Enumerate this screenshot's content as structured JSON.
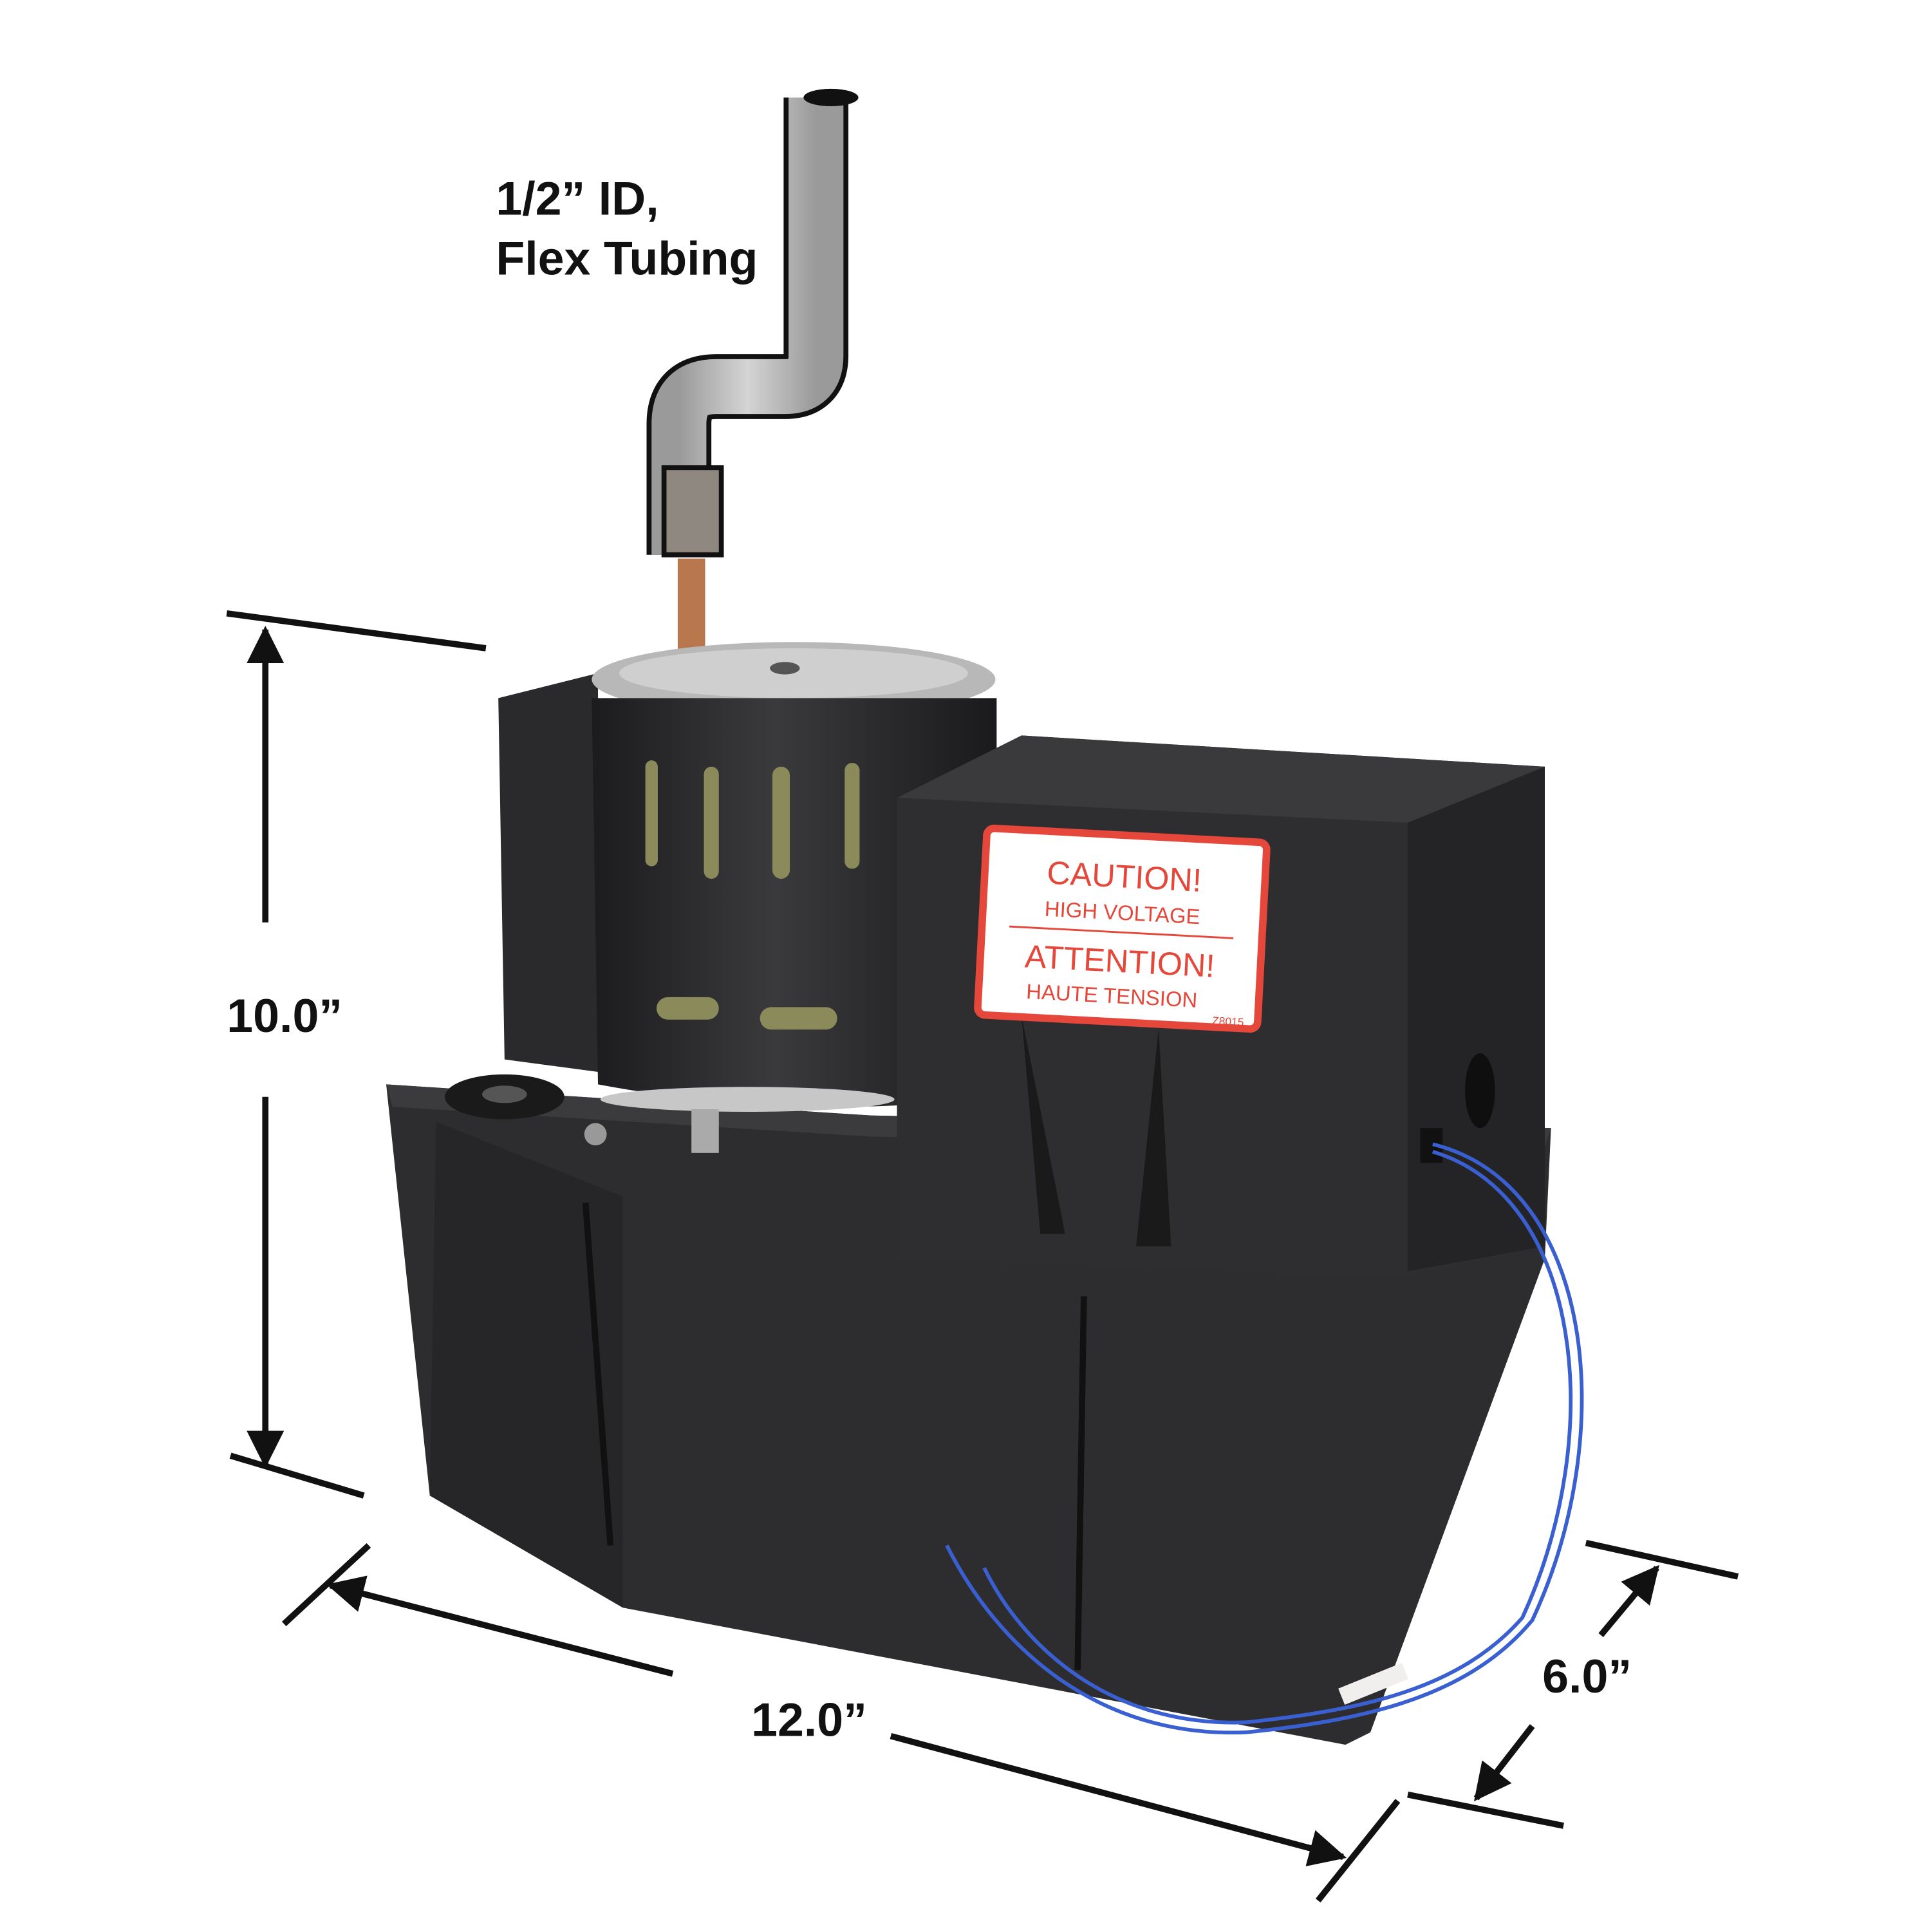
{
  "annotations": {
    "tubing_label_line1": "1/2” ID,",
    "tubing_label_line2": "Flex Tubing",
    "height": "10.0”",
    "length": "12.0”",
    "depth": "6.0”"
  },
  "warning_label": {
    "line1": "CAUTION!",
    "line2": "HIGH VOLTAGE",
    "line3": "ATTENTION!",
    "line4": "HAUTE TENSION",
    "code": "Z8015"
  },
  "colors": {
    "body": "#2b2b2d",
    "label_red": "#e5483b",
    "wire": "#3a5fd0",
    "dimension": "#111111"
  }
}
